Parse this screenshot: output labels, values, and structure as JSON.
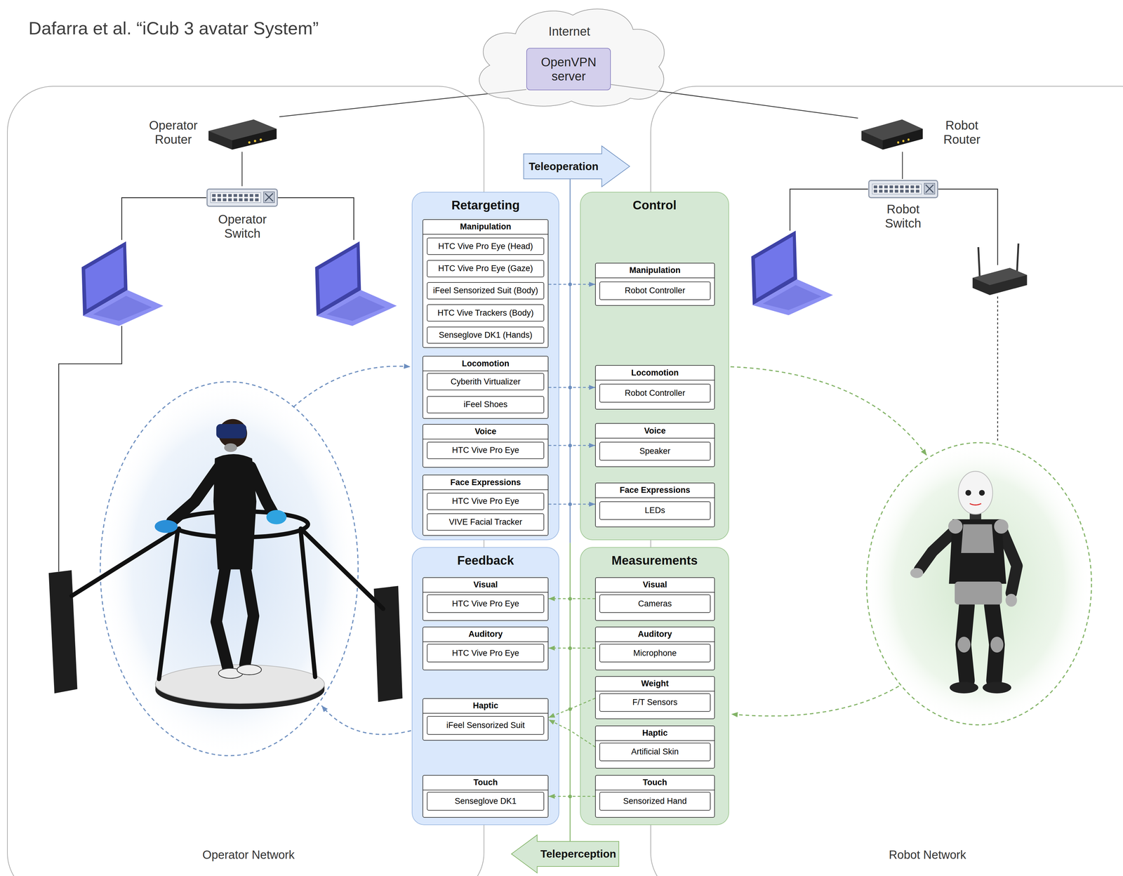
{
  "diagram": {
    "title": "Dafarra et al. “iCub 3 avatar System”",
    "nodes": [
      {
        "text": [
          "Internet"
        ]
      },
      {
        "text": [
          "OpenVPN server"
        ],
        "in": 0
      },
      {
        "text": [
          "Operator Network"
        ]
      },
      {
        "text": [
          "Operator Router"
        ],
        "in": 2
      },
      {
        "text": [
          "Operator Switch"
        ],
        "in": 2
      },
      {
        "text": [
          "Robot Network"
        ]
      },
      {
        "text": [
          "Robot Router"
        ],
        "in": 5
      },
      {
        "text": [
          "Robot Switch"
        ],
        "in": 5
      },
      {
        "text": [
          "Teleoperation"
        ]
      },
      {
        "text": [
          "Retargeting"
        ]
      },
      {
        "text": [
          "Manipulation"
        ],
        "in": 9
      },
      {
        "text": [
          "HTC Vive Pro Eye (Head)"
        ],
        "in": 10
      },
      {
        "text": [
          "HTC Vive Pro Eye (Gaze)"
        ],
        "in": 10
      },
      {
        "text": [
          "iFeel Sensorized Suit (Body)"
        ],
        "in": 10
      },
      {
        "text": [
          "HTC Vive Trackers (Body)"
        ],
        "in": 10
      },
      {
        "text": [
          "Senseglove DK1 (Hands)"
        ],
        "in": 10
      },
      {
        "text": [
          "Locomotion"
        ],
        "in": 9
      },
      {
        "text": [
          "Cyberith Virtualizer"
        ],
        "in": 16
      },
      {
        "text": [
          "iFeel Shoes"
        ],
        "in": 16
      },
      {
        "text": [
          "Voice"
        ],
        "in": 9
      },
      {
        "text": [
          "HTC Vive Pro Eye"
        ],
        "in": 19
      },
      {
        "text": [
          "Face Expressions"
        ],
        "in": 9
      },
      {
        "text": [
          "HTC Vive Pro Eye"
        ],
        "in": 21
      },
      {
        "text": [
          "VIVE Facial Tracker"
        ],
        "in": 21
      },
      {
        "text": [
          "Control"
        ]
      },
      {
        "text": [
          "Manipulation"
        ],
        "in": 24
      },
      {
        "text": [
          "Robot Controller"
        ],
        "in": 25
      },
      {
        "text": [
          "Locomotion"
        ],
        "in": 24
      },
      {
        "text": [
          "Robot Controller"
        ],
        "in": 27
      },
      {
        "text": [
          "Voice"
        ],
        "in": 24
      },
      {
        "text": [
          "Speaker"
        ],
        "in": 29
      },
      {
        "text": [
          "Face Expressions"
        ],
        "in": 24
      },
      {
        "text": [
          "LEDs"
        ],
        "in": 31
      },
      {
        "text": [
          "Feedback"
        ]
      },
      {
        "text": [
          "Visual"
        ],
        "in": 33
      },
      {
        "text": [
          "HTC Vive Pro Eye"
        ],
        "in": 34
      },
      {
        "text": [
          "Auditory"
        ],
        "in": 33
      },
      {
        "text": [
          "HTC Vive Pro Eye"
        ],
        "in": 36
      },
      {
        "text": [
          "Haptic"
        ],
        "in": 33
      },
      {
        "text": [
          "iFeel Sensorized Suit"
        ],
        "in": 38
      },
      {
        "text": [
          "Touch"
        ],
        "in": 33
      },
      {
        "text": [
          "Senseglove DK1"
        ],
        "in": 40
      },
      {
        "text": [
          "Measurements"
        ]
      },
      {
        "text": [
          "Visual"
        ],
        "in": 42
      },
      {
        "text": [
          "Cameras"
        ],
        "in": 43
      },
      {
        "text": [
          "Auditory"
        ],
        "in": 42
      },
      {
        "text": [
          "Microphone"
        ],
        "in": 45
      },
      {
        "text": [
          "Weight"
        ],
        "in": 42
      },
      {
        "text": [
          "F/T Sensors"
        ],
        "in": 47
      },
      {
        "text": [
          "Haptic"
        ],
        "in": 42
      },
      {
        "text": [
          "Artificial Skin"
        ],
        "in": 49
      },
      {
        "text": [
          "Touch"
        ],
        "in": 42
      },
      {
        "text": [
          "Sensorized Hand"
        ],
        "in": 51
      },
      {
        "text": [
          "Teleperception"
        ]
      }
    ],
    "edges": [
      {
        "from": 3,
        "to": 1,
        "arrow": "none"
      },
      {
        "from": 1,
        "to": 6,
        "arrow": "none"
      },
      {
        "from": 3,
        "to": 4,
        "arrow": "none"
      },
      {
        "from": 6,
        "to": 7,
        "arrow": "none"
      },
      {
        "from": 10,
        "to": 25,
        "arrow": "to"
      },
      {
        "from": 16,
        "to": 27,
        "arrow": "to"
      },
      {
        "from": 19,
        "to": 29,
        "arrow": "to"
      },
      {
        "from": 21,
        "to": 31,
        "arrow": "to"
      },
      {
        "from": 43,
        "to": 34,
        "arrow": "to"
      },
      {
        "from": 45,
        "to": 36,
        "arrow": "to"
      },
      {
        "from": 47,
        "to": 38,
        "arrow": "to"
      },
      {
        "from": 49,
        "to": 38,
        "arrow": "to"
      },
      {
        "from": 51,
        "to": 40,
        "arrow": "to"
      }
    ]
  }
}
